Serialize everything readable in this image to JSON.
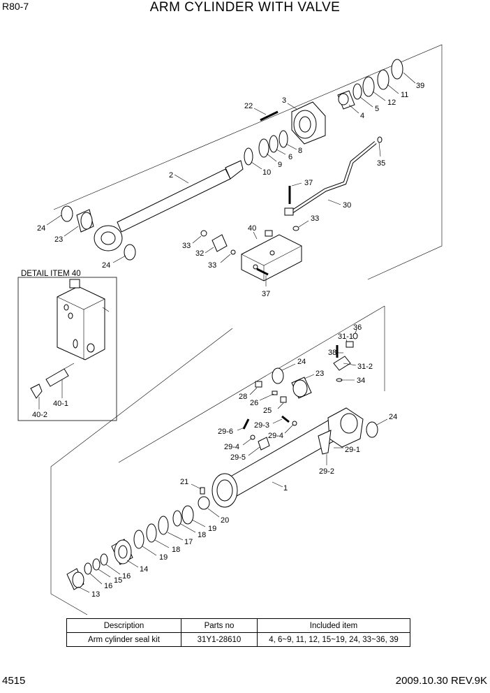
{
  "header": {
    "model": "R80-7",
    "title": "ARM CYLINDER WITH VALVE"
  },
  "detail": {
    "title": "DETAIL  ITEM 40"
  },
  "labels": {
    "l39": "39",
    "l11": "11",
    "l12": "12",
    "l5": "5",
    "l4": "4",
    "l3": "3",
    "l22": "22",
    "l8": "8",
    "l6": "6",
    "l9": "9",
    "l10": "10",
    "l35": "35",
    "l2": "2",
    "l37a": "37",
    "l30": "30",
    "l24a": "24",
    "l23a": "23",
    "l40": "40",
    "l33a": "33",
    "l33b": "33",
    "l32": "32",
    "l33c": "33",
    "l24b": "24",
    "l37b": "37",
    "l40_1": "40-1",
    "l40_2": "40-2",
    "l36": "36",
    "l31_1": "31-1",
    "l38": "38",
    "l24c": "24",
    "l31_2": "31-2",
    "l23b": "23",
    "l34": "34",
    "l28": "28",
    "l26": "26",
    "l25": "25",
    "l24d": "24",
    "l29_6": "29-6",
    "l29_3": "29-3",
    "l29_4a": "29-4",
    "l29_4b": "29-4",
    "l29_1": "29-1",
    "l29_5": "29-5",
    "l29_2": "29-2",
    "l21": "21",
    "l1": "1",
    "l20": "20",
    "l19a": "19",
    "l18a": "18",
    "l17": "17",
    "l18b": "18",
    "l19b": "19",
    "l14": "14",
    "l16a": "16",
    "l15": "15",
    "l16b": "16",
    "l13": "13"
  },
  "table": {
    "headers": [
      "Description",
      "Parts no",
      "Included item"
    ],
    "rows": [
      [
        "Arm cylinder seal kit",
        "31Y1-28610",
        "4, 6~9, 11, 12, 15~19, 24, 33~36, 39"
      ]
    ]
  },
  "footer": {
    "page": "4515",
    "revision": "2009.10.30  REV.9K"
  }
}
